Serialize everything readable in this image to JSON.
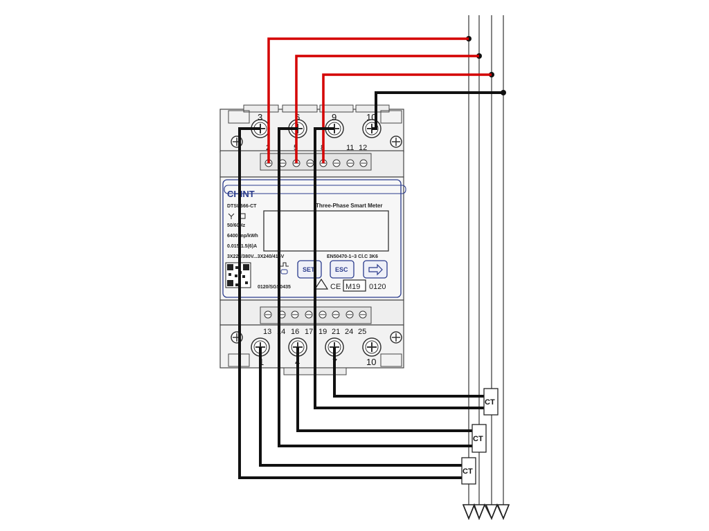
{
  "meter": {
    "brand": "CHINT",
    "model": "DTSU666-CT",
    "product_title": "Three-Phase Smart Meter",
    "frequency": "50/60Hz",
    "constant": "6400imp/kWh",
    "current": "0.015-1.5(6)A",
    "voltage": "3X220/380V...3X240/415V",
    "standard": "EN50470-1–3 Cl.C 3K6",
    "serial": "0120/SGS0435",
    "approval_mark": "M19",
    "approval_year": "0120",
    "ce_mark": "CE"
  },
  "buttons": {
    "set_label": "SET",
    "esc_label": "ESC",
    "next_icon": "arrow-right-icon"
  },
  "top_terminals": [
    "3",
    "6",
    "9",
    "10"
  ],
  "top_small_terminals": [
    "2",
    "5",
    "8",
    "11",
    "12"
  ],
  "bottom_small_terminals": [
    "13",
    "14",
    "16",
    "17",
    "19",
    "21",
    "24",
    "25"
  ],
  "bottom_terminals": [
    "1",
    "4",
    "7",
    "10"
  ],
  "ct_label": "CT",
  "colors": {
    "voltage_wire": "#d40000",
    "current_wire": "#111111",
    "meter_body": "#f2f2f2",
    "panel_border": "#2a3b8c"
  }
}
